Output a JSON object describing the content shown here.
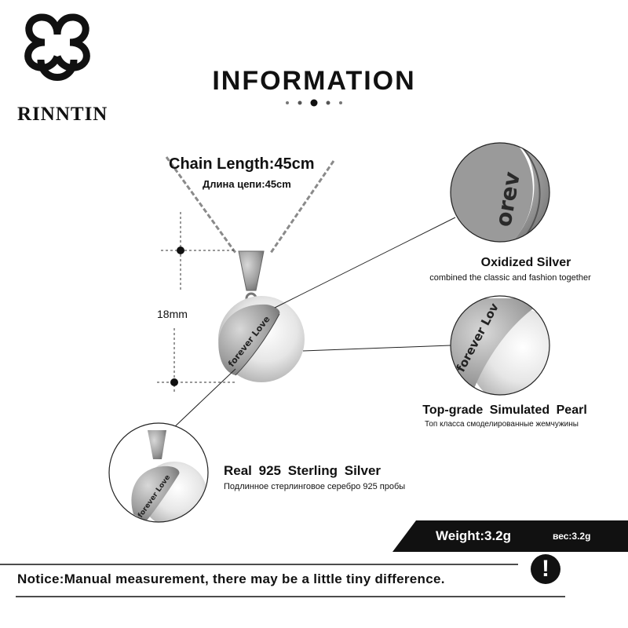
{
  "brand": {
    "name": "RINNTIN",
    "logo_icon": "quatrefoil-logo-icon"
  },
  "header": {
    "title": "INFORMATION"
  },
  "specs": {
    "chain_length": "Chain Length:45cm",
    "chain_length_ru": "Длина цепи:45cm",
    "pendant_size": "18mm"
  },
  "features": [
    {
      "title": "Oxidized Silver",
      "description": "combined the classic and fashion together"
    },
    {
      "title": "Top-grade  Simulated  Pearl",
      "description": "Топ класса смоделированные жемчужины"
    },
    {
      "title": "Real 925  Sterling  Silver",
      "description": "Подлинное стерлинговое серебро 925 пробы"
    }
  ],
  "engraving": "forever Love",
  "weight": {
    "label": "Weight:3.2g",
    "label_ru": "вес:3.2g"
  },
  "notice": {
    "text": "Notice:Manual measurement, there may be a little tiny difference.",
    "badge": "!"
  },
  "colors": {
    "ink": "#111111",
    "silver": "#a8a8a8",
    "pearl": "#eeeeee",
    "background": "#ffffff"
  }
}
